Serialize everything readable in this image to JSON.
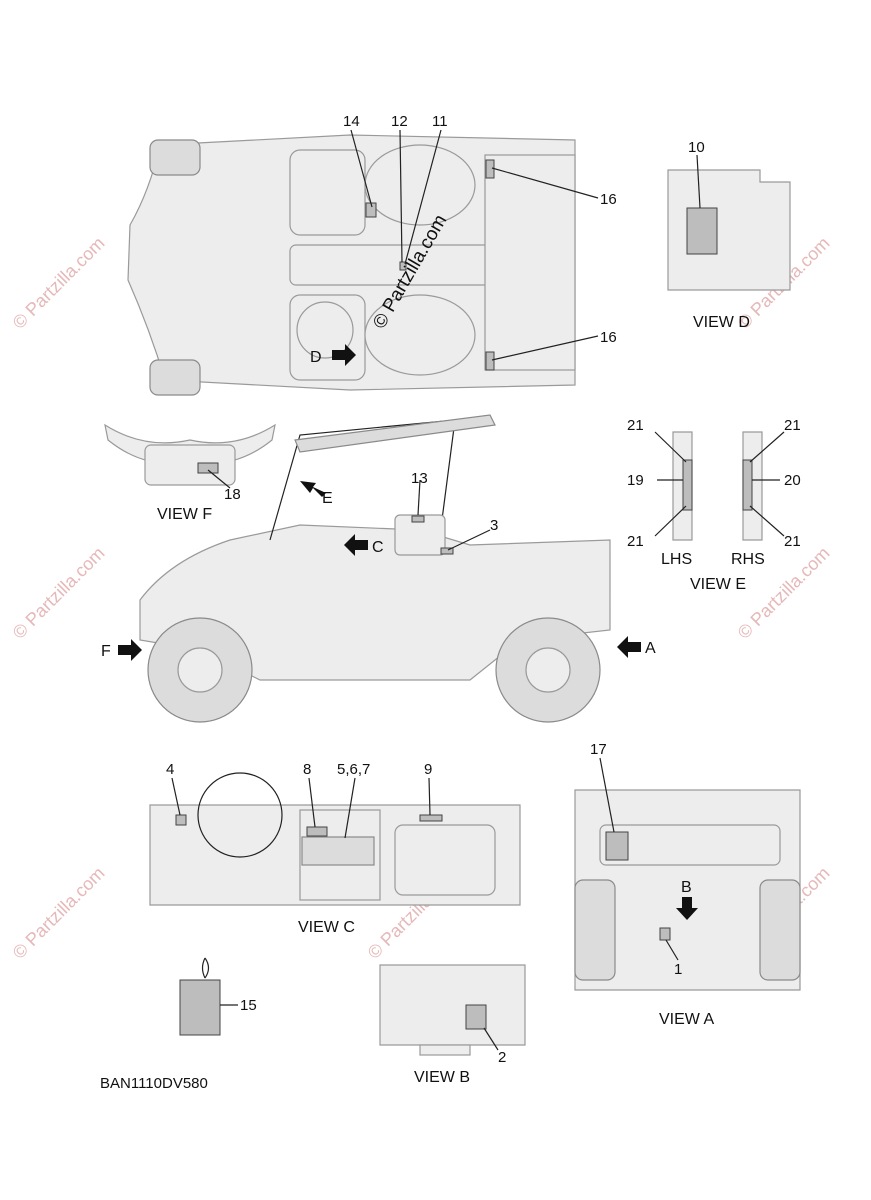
{
  "diagram": {
    "callouts": {
      "c1": "1",
      "c2": "2",
      "c3": "3",
      "c4": "4",
      "c567": "5,6,7",
      "c8": "8",
      "c9": "9",
      "c10": "10",
      "c11": "11",
      "c12": "12",
      "c13": "13",
      "c14": "14",
      "c15": "15",
      "c16a": "16",
      "c16b": "16",
      "c17": "17",
      "c18": "18",
      "c19": "19",
      "c20": "20",
      "c21a": "21",
      "c21b": "21",
      "c21c": "21",
      "c21d": "21"
    },
    "views": {
      "view_a": "VIEW A",
      "view_b": "VIEW B",
      "view_c": "VIEW C",
      "view_d": "VIEW D",
      "view_e": "VIEW E",
      "view_f": "VIEW F"
    },
    "arrows": {
      "a": "A",
      "b": "B",
      "c": "C",
      "d": "D",
      "e": "E",
      "f": "F"
    },
    "sides": {
      "lhs": "LHS",
      "rhs": "RHS"
    },
    "diagram_code": "BAN1110DV580",
    "watermark_main": "© Partzilla.com",
    "watermark_repeat": "© Partzilla.com"
  }
}
